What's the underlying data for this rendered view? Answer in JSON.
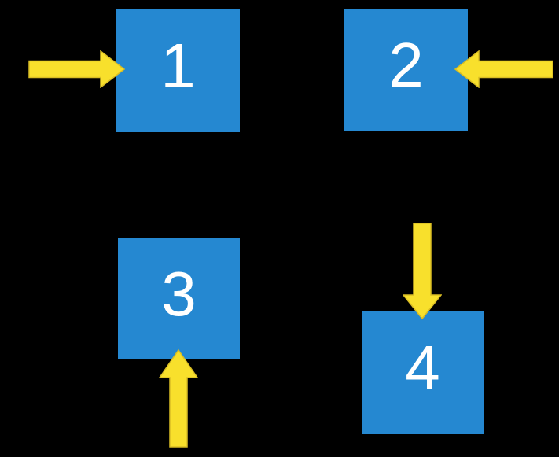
{
  "colors": {
    "background": "#000000",
    "box": "#2588d1",
    "arrow": "#f8e02c",
    "arrow_border": "#d9bd24",
    "label": "#ffffff"
  },
  "boxes": [
    {
      "label": "1",
      "arrow_direction": "left-to-right"
    },
    {
      "label": "2",
      "arrow_direction": "right-to-left"
    },
    {
      "label": "3",
      "arrow_direction": "bottom-to-top"
    },
    {
      "label": "4",
      "arrow_direction": "top-to-bottom"
    }
  ]
}
